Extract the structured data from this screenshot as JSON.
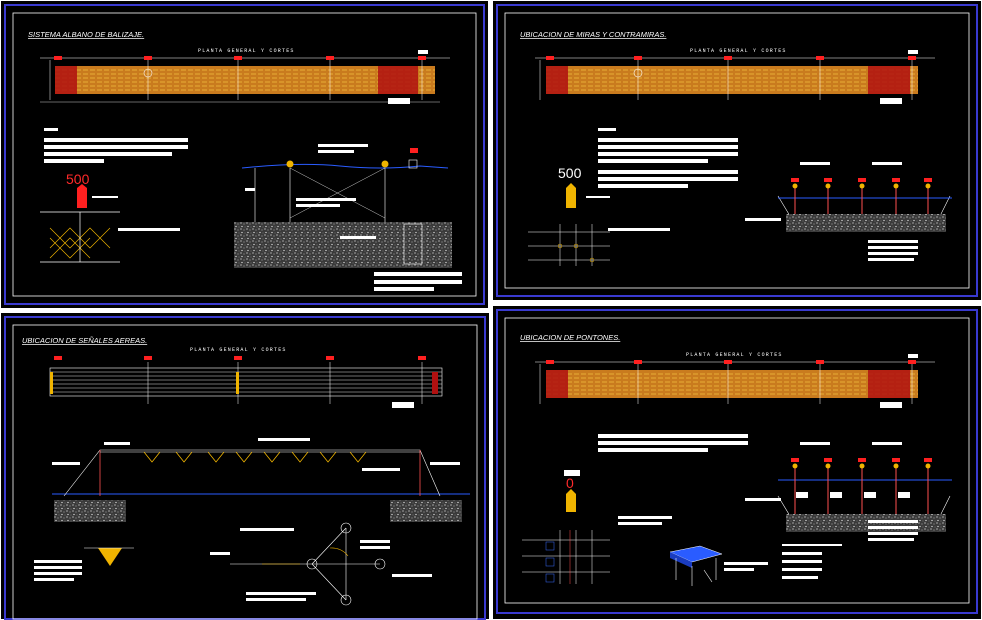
{
  "colors": {
    "sheet_background": "#000000",
    "frame_outer": "#3a3ad0",
    "frame_inner": "#ffffff",
    "river_line": "#2a5cff",
    "bridge_fill": "#c97b1e",
    "bridge_stripe": "#f0c040",
    "dense_block": "#b01010",
    "marker_red": "#ff2020",
    "marker_yellow": "#f0b400",
    "annotation_white": "#ffffff",
    "soil_texture": "#cccccc"
  },
  "panels": [
    {
      "id": "balizaje",
      "title": "SISTEMA ALBANO DE BALIZAJE.",
      "plan_label": "PLANTA GENERAL Y CORTES",
      "marker_value": "500",
      "marker_color": "red"
    },
    {
      "id": "miras",
      "title": "UBICACION DE MIRAS Y CONTRAMIRAS.",
      "plan_label": "PLANTA GENERAL Y CORTES",
      "marker_value": "500",
      "marker_color": "white"
    },
    {
      "id": "senales",
      "title": "UBICACION DE SEÑALES AEREAS.",
      "plan_label": "PLANTA GENERAL Y CORTES",
      "marker_value": "",
      "marker_color": ""
    },
    {
      "id": "pontones",
      "title": "UBICACION DE PONTONES.",
      "plan_label": "PLANTA GENERAL Y CORTES",
      "marker_value": "0",
      "marker_color": "yellow"
    }
  ]
}
